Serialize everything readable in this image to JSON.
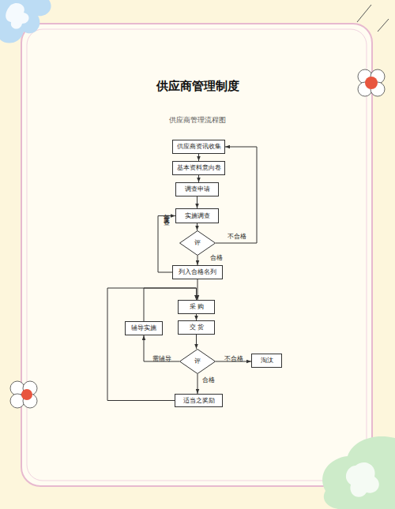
{
  "diagram": {
    "title": "供应商管理制度",
    "caption": "供应商管理流程图",
    "nodes": [
      {
        "text": [
          "供应商资讯收集"
        ]
      },
      {
        "text": [
          "基本资料意向卷"
        ]
      },
      {
        "text": [
          "调查申请"
        ]
      },
      {
        "text": [
          "实施调查"
        ]
      },
      {
        "text": [
          "评"
        ]
      },
      {
        "text": [
          "列入合格名列"
        ]
      },
      {
        "text": [
          "采 购"
        ]
      },
      {
        "text": [
          "辅导实施"
        ]
      },
      {
        "text": [
          "交 货"
        ]
      },
      {
        "text": [
          "评"
        ]
      },
      {
        "text": [
          "淘汰"
        ]
      },
      {
        "text": [
          "适当之奖励"
        ]
      }
    ],
    "edges": [
      {
        "from": 0,
        "to": 1,
        "arrow": "to"
      },
      {
        "from": 1,
        "to": 2,
        "arrow": "to"
      },
      {
        "from": 2,
        "to": 3,
        "arrow": "to"
      },
      {
        "from": 3,
        "to": 4,
        "arrow": "to"
      },
      {
        "from": 4,
        "to": 5,
        "label": "合格",
        "arrow": "to"
      },
      {
        "from": 4,
        "to": 0,
        "label": "不合格",
        "arrow": "to"
      },
      {
        "from": 5,
        "to": 3,
        "label": "年度复查",
        "arrow": "to"
      },
      {
        "from": 5,
        "to": 6,
        "arrow": "to"
      },
      {
        "from": 6,
        "to": 8,
        "arrow": "to"
      },
      {
        "from": 8,
        "to": 9,
        "arrow": "to"
      },
      {
        "from": 9,
        "to": 10,
        "label": "不合格",
        "arrow": "to"
      },
      {
        "from": 9,
        "to": 7,
        "label": "需辅导",
        "arrow": "to"
      },
      {
        "from": 9,
        "to": 11,
        "label": "合格",
        "arrow": "to"
      },
      {
        "from": 7,
        "to": 6,
        "arrow": "to"
      },
      {
        "from": 11,
        "to": 6,
        "arrow": "to"
      }
    ]
  }
}
